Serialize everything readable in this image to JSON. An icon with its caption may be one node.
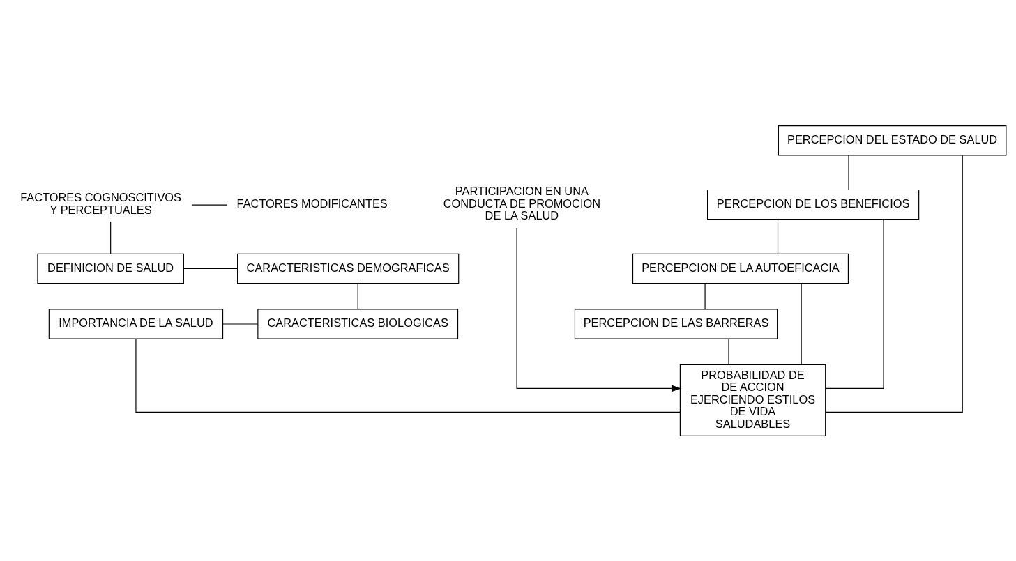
{
  "diagram": {
    "nodes": [
      {
        "text": [
          "FACTORES COGNOSCITIVOS Y PERCEPTUALES"
        ]
      },
      {
        "text": [
          "FACTORES MODIFICANTES"
        ]
      },
      {
        "text": [
          "PARTICIPACION EN UNA CONDUCTA DE PROMOCION DE LA SALUD"
        ]
      },
      {
        "text": [
          "DEFINICION DE SALUD"
        ]
      },
      {
        "text": [
          "IMPORTANCIA DE LA SALUD"
        ]
      },
      {
        "text": [
          "PERCEPCION DEL ESTADO DE SALUD"
        ]
      },
      {
        "text": [
          "PERCEPCION DE LOS BENEFICIOS"
        ]
      },
      {
        "text": [
          "PERCEPCION DE LA AUTOEFICACIA"
        ]
      },
      {
        "text": [
          "PERCEPCION DE LAS BARRERAS"
        ]
      },
      {
        "text": [
          "CARACTERISTICAS DEMOGRAFICAS"
        ]
      },
      {
        "text": [
          "CARACTERISTICAS BIOLOGICAS"
        ]
      },
      {
        "text": [
          "PROBABILIDAD DE DE ACCION EJERCIENDO ESTILOS DE VIDA SALUDABLES"
        ]
      }
    ],
    "edges": [
      {
        "from": 0,
        "to": 3,
        "arrow": "none"
      },
      {
        "from": 0,
        "to": 1,
        "arrow": "none"
      },
      {
        "from": 3,
        "to": 9,
        "arrow": "none"
      },
      {
        "from": 4,
        "to": 10,
        "arrow": "none"
      },
      {
        "from": 9,
        "to": 10,
        "arrow": "none"
      },
      {
        "from": 5,
        "to": 6,
        "arrow": "none"
      },
      {
        "from": 6,
        "to": 7,
        "arrow": "none"
      },
      {
        "from": 7,
        "to": 8,
        "arrow": "none"
      },
      {
        "from": 4,
        "to": 11,
        "arrow": "none"
      },
      {
        "from": 5,
        "to": 11,
        "arrow": "none"
      },
      {
        "from": 6,
        "to": 11,
        "arrow": "none"
      },
      {
        "from": 7,
        "to": 11,
        "arrow": "none"
      },
      {
        "from": 8,
        "to": 11,
        "arrow": "none"
      },
      {
        "from": 2,
        "to": 11,
        "arrow": "to"
      }
    ]
  }
}
